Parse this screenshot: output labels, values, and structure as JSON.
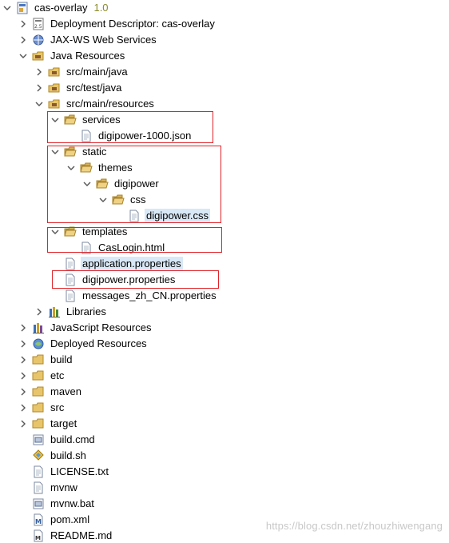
{
  "tree": {
    "project": {
      "label": "cas-overlay",
      "version": "1.0"
    },
    "nodes": [
      {
        "label": "Deployment Descriptor: cas-overlay",
        "icon": "deployment-descriptor-icon"
      },
      {
        "label": "JAX-WS Web Services",
        "icon": "web-services-icon"
      },
      {
        "label": "Java Resources",
        "icon": "java-resources-icon"
      },
      {
        "label": "src/main/java",
        "icon": "source-folder-icon"
      },
      {
        "label": "src/test/java",
        "icon": "source-folder-icon"
      },
      {
        "label": "src/main/resources",
        "icon": "source-folder-icon"
      },
      {
        "label": "services",
        "icon": "folder-open-icon"
      },
      {
        "label": "digipower-1000.json",
        "icon": "file-icon"
      },
      {
        "label": "static",
        "icon": "folder-open-icon"
      },
      {
        "label": "themes",
        "icon": "folder-open-icon"
      },
      {
        "label": "digipower",
        "icon": "folder-open-icon"
      },
      {
        "label": "css",
        "icon": "folder-open-icon"
      },
      {
        "label": "digipower.css",
        "icon": "file-icon"
      },
      {
        "label": "templates",
        "icon": "folder-open-icon"
      },
      {
        "label": "CasLogin.html",
        "icon": "file-icon"
      },
      {
        "label": "application.properties",
        "icon": "file-icon"
      },
      {
        "label": "digipower.properties",
        "icon": "file-icon"
      },
      {
        "label": "messages_zh_CN.properties",
        "icon": "file-icon"
      },
      {
        "label": "Libraries",
        "icon": "libraries-icon"
      },
      {
        "label": "JavaScript Resources",
        "icon": "javascript-resources-icon"
      },
      {
        "label": "Deployed Resources",
        "icon": "deployed-resources-icon"
      },
      {
        "label": "build",
        "icon": "folder-icon"
      },
      {
        "label": "etc",
        "icon": "folder-icon"
      },
      {
        "label": "maven",
        "icon": "folder-icon"
      },
      {
        "label": "src",
        "icon": "folder-icon"
      },
      {
        "label": "target",
        "icon": "folder-icon"
      },
      {
        "label": "build.cmd",
        "icon": "cmd-file-icon"
      },
      {
        "label": "build.sh",
        "icon": "shell-file-icon"
      },
      {
        "label": "LICENSE.txt",
        "icon": "text-file-icon"
      },
      {
        "label": "mvnw",
        "icon": "file-icon"
      },
      {
        "label": "mvnw.bat",
        "icon": "cmd-file-icon"
      },
      {
        "label": "pom.xml",
        "icon": "maven-pom-icon"
      },
      {
        "label": "README.md",
        "icon": "markdown-file-icon"
      }
    ]
  },
  "watermark": "https://blog.csdn.net/zhouzhiwengang",
  "colors": {
    "highlight_box": "#e0242a",
    "selection": "#d9e8f6",
    "folder": "#e8c56b"
  }
}
